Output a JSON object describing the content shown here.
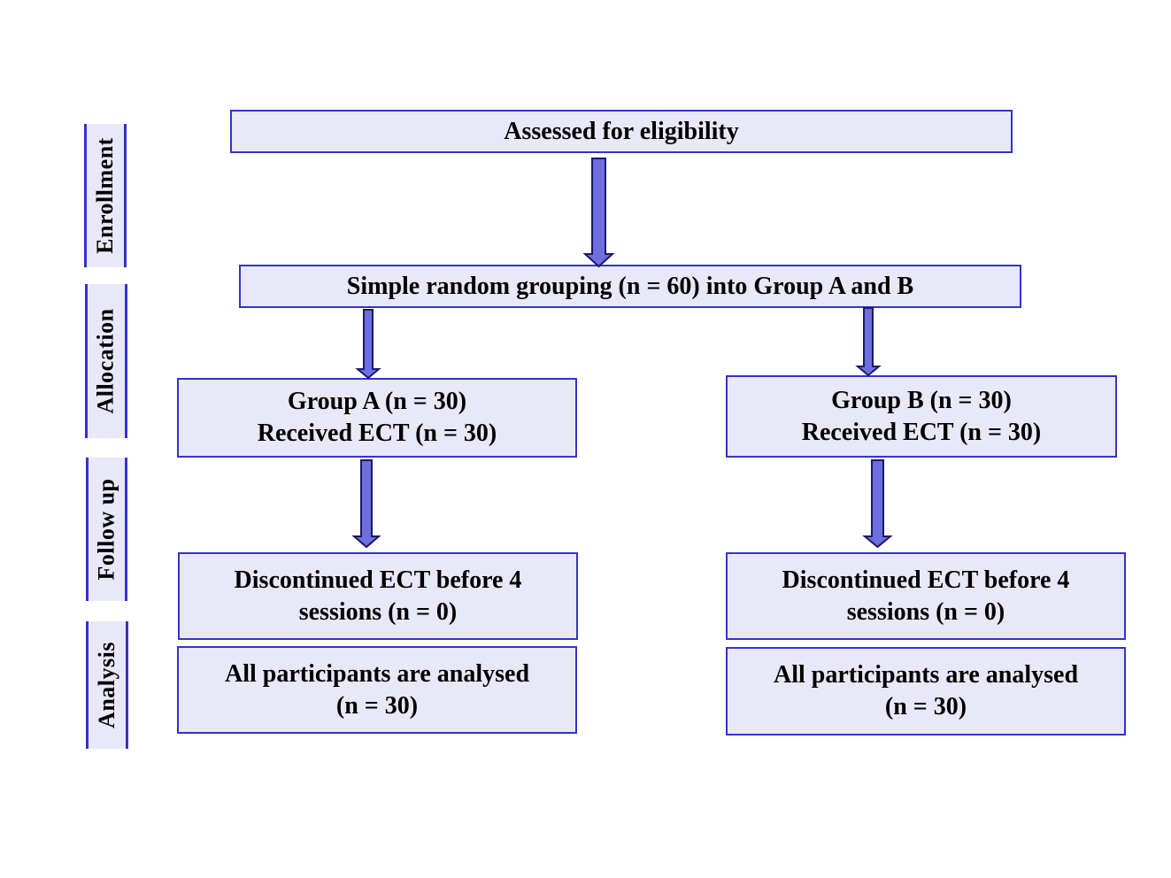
{
  "stages": {
    "enrollment": "Enrollment",
    "allocation": "Allocation",
    "follow_up": "Follow up",
    "analysis": "Analysis"
  },
  "boxes": {
    "eligibility": "Assessed for eligibility",
    "randomization": "Simple random grouping (n = 60) into Group A and B",
    "group_a": "Group A (n = 30)\nReceived ECT (n = 30)",
    "group_b": "Group B (n = 30)\nReceived ECT (n = 30)",
    "discontinued_a": "Discontinued ECT before 4\nsessions (n = 0)",
    "discontinued_b": "Discontinued ECT before 4\nsessions (n = 0)",
    "analysed_a": "All participants are analysed\n(n = 30)",
    "analysed_b": "All participants are analysed\n(n = 30)"
  },
  "colors": {
    "box_fill": "#e8e8f8",
    "box_border": "#3333cc",
    "arrow_fill": "#6e6ee0",
    "arrow_stroke": "#1a1a66"
  }
}
